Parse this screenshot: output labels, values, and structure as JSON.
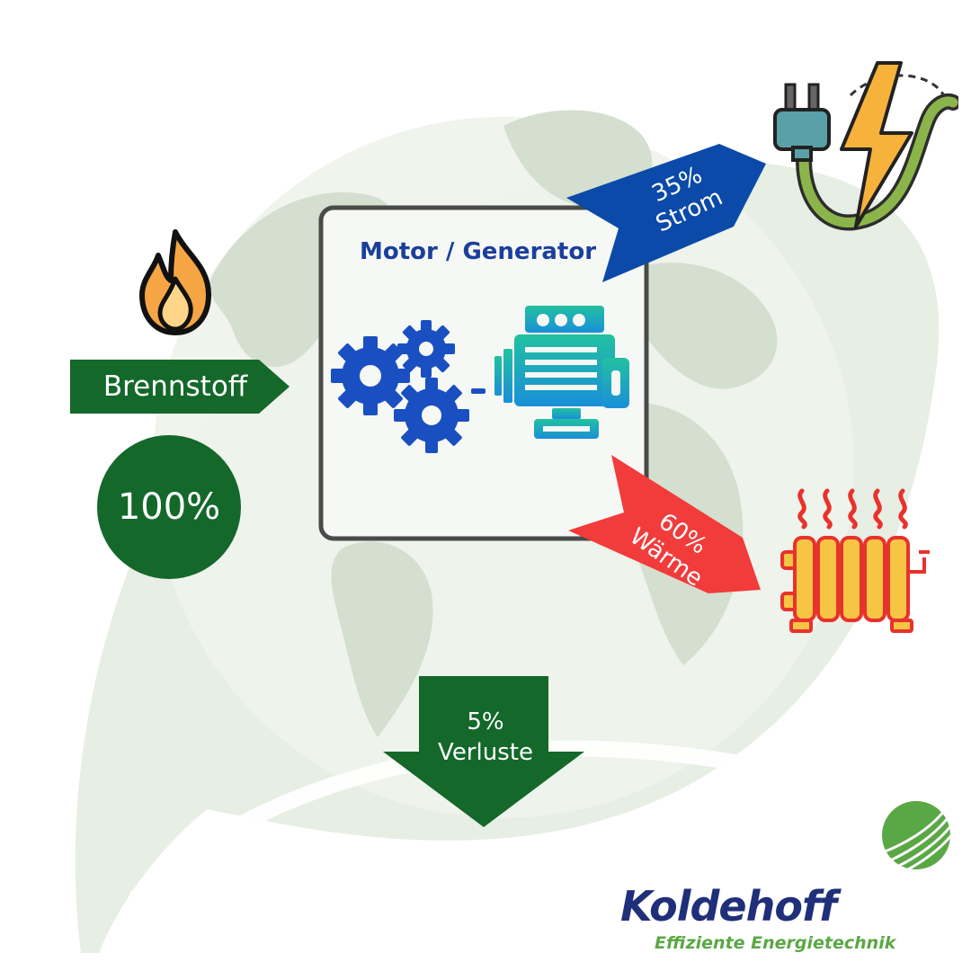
{
  "input": {
    "label": "Brennstoff",
    "percent": "100%"
  },
  "converter": {
    "title": "Motor / Generator"
  },
  "outputs": {
    "strom": {
      "percent": "35%",
      "label": "Strom"
    },
    "waerme": {
      "percent": "60%",
      "label": "Wärme"
    },
    "verluste": {
      "percent": "5%",
      "label": "Verluste"
    }
  },
  "brand": {
    "name": "Koldehoff",
    "tagline": "Effiziente Energietechnik"
  },
  "colors": {
    "dark_green": "#13682a",
    "blue": "#0b4aa8",
    "red": "#f23b3b",
    "background_green": "#dde8d8",
    "gear_blue": "#1a4fc2",
    "brand_blue": "#1f2f7a",
    "brand_green": "#5aa845"
  },
  "icons": [
    "flame-icon",
    "gears-icon",
    "generator-icon",
    "plug-lightning-icon",
    "radiator-icon",
    "koldehoff-logo-icon"
  ]
}
